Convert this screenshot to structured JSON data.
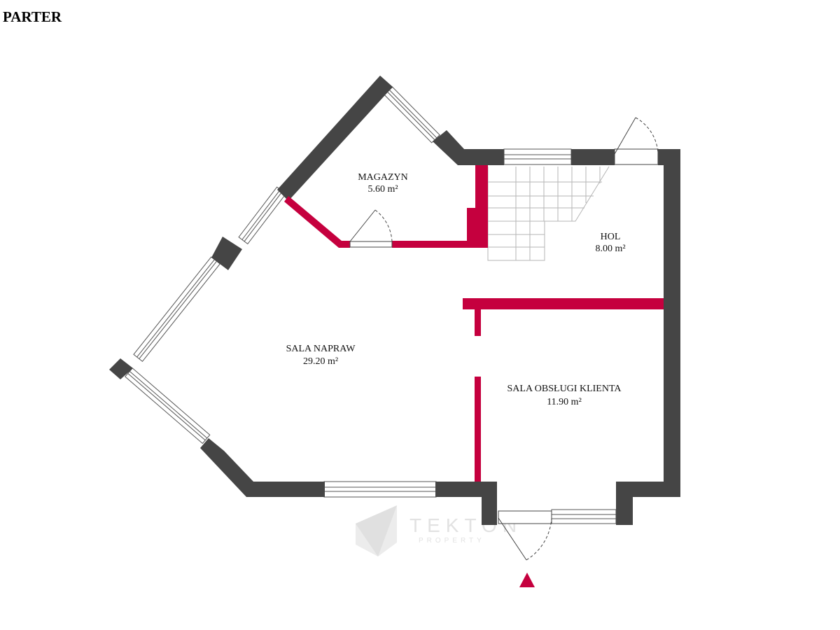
{
  "floor": {
    "title": "PARTER"
  },
  "rooms": [
    {
      "id": "magazyn",
      "name": "MAGAZYN",
      "area": "5.60 m²"
    },
    {
      "id": "hol",
      "name": "HOL",
      "area": "8.00 m²"
    },
    {
      "id": "sala-napraw",
      "name": "SALA NAPRAW",
      "area": "29.20 m²"
    },
    {
      "id": "sala-obslugi",
      "name": "SALA OBSŁUGI KLIENTA",
      "area": "11.90 m²"
    }
  ],
  "watermark": {
    "name": "TEKTON",
    "sub": "PROPERTY"
  },
  "colors": {
    "outer_wall": "#454545",
    "inner_wall": "#c5003e",
    "entrance_marker": "#c5003e",
    "watermark": "#e2e2e2"
  }
}
